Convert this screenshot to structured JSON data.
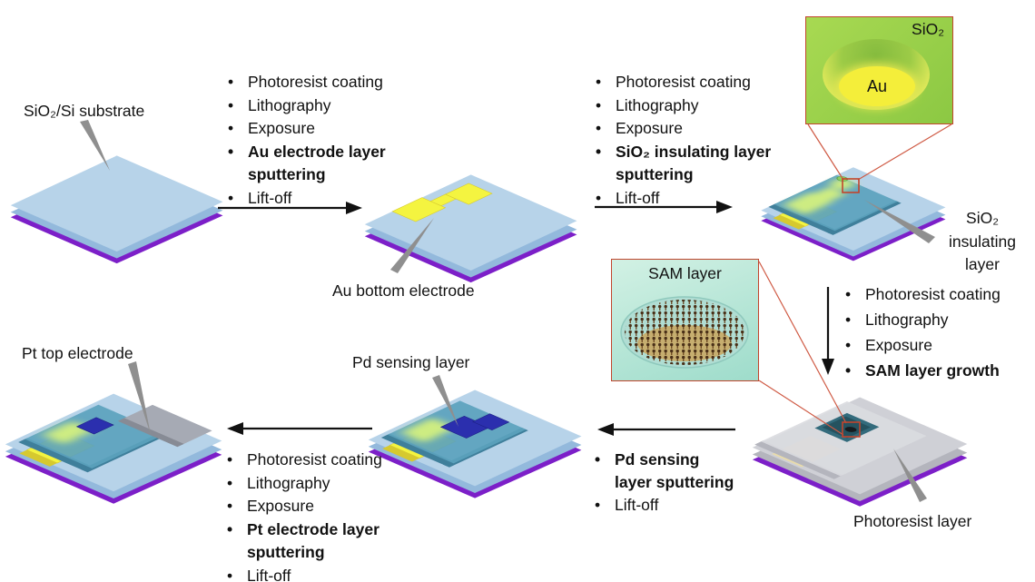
{
  "colors": {
    "substrate": "#b7d3e9",
    "base_purple": "#7c1fc8",
    "side_blue": "#93b9dc",
    "gold": "#f4f440",
    "gold_edge": "#d6c92f",
    "teal": "#5ba2bd",
    "teal_edge": "#3f7f9b",
    "glow_green": "#cdec82",
    "navy": "#2b2fae",
    "navy_edge": "#1d2184",
    "platinum": "#a6aab4",
    "pt_edge": "#878b95",
    "resist": "#cfd0d6",
    "resist_raised": "#dadbe0",
    "resist_edge": "#b4b5bd",
    "window_teal": "#336b7c",
    "window_dark": "#25525f",
    "dark_dot": "#161b1f",
    "needle": "#8f8f8f",
    "red": "#c2452d",
    "red_line": "#cf5a44",
    "inset_green_1": "#a8d952",
    "inset_green_2": "#8cc843",
    "crater_rim": "#dfe95a",
    "au_yellow": "#f4ee3a",
    "mint_1": "#d2f1e4",
    "mint_2": "#9edccb",
    "disc": "#b0ddd3",
    "pillar": "#4a3018",
    "pillar_glow": "#d8871e",
    "arrow_black": "#111111"
  },
  "labels": {
    "substrate": "SiO₂/Si substrate",
    "au_bottom": "Au bottom electrode",
    "sio2_insulating": "SiO₂\ninsulating\nlayer",
    "photoresist": "Photoresist layer",
    "pd_sensing": "Pd sensing layer",
    "pt_top": "Pt top electrode"
  },
  "insets": {
    "sio2_au": {
      "sio2": "SiO₂",
      "au": "Au"
    },
    "sam": {
      "title": "SAM layer"
    }
  },
  "steps": {
    "s1": [
      "Photoresist coating",
      "Lithography",
      "Exposure",
      "Au electrode layer\nsputtering",
      "Lift-off"
    ],
    "s2": [
      "Photoresist coating",
      "Lithography",
      "Exposure",
      "SiO₂ insulating layer\nsputtering",
      "Lift-off"
    ],
    "s3": [
      "Photoresist coating",
      "Lithography",
      "Exposure",
      "SAM layer growth"
    ],
    "s4": [
      "Pd sensing\nlayer sputtering",
      "Lift-off"
    ],
    "s5": [
      "Photoresist coating",
      "Lithography",
      "Exposure",
      "Pt electrode layer\nsputtering",
      "Lift-off"
    ]
  }
}
